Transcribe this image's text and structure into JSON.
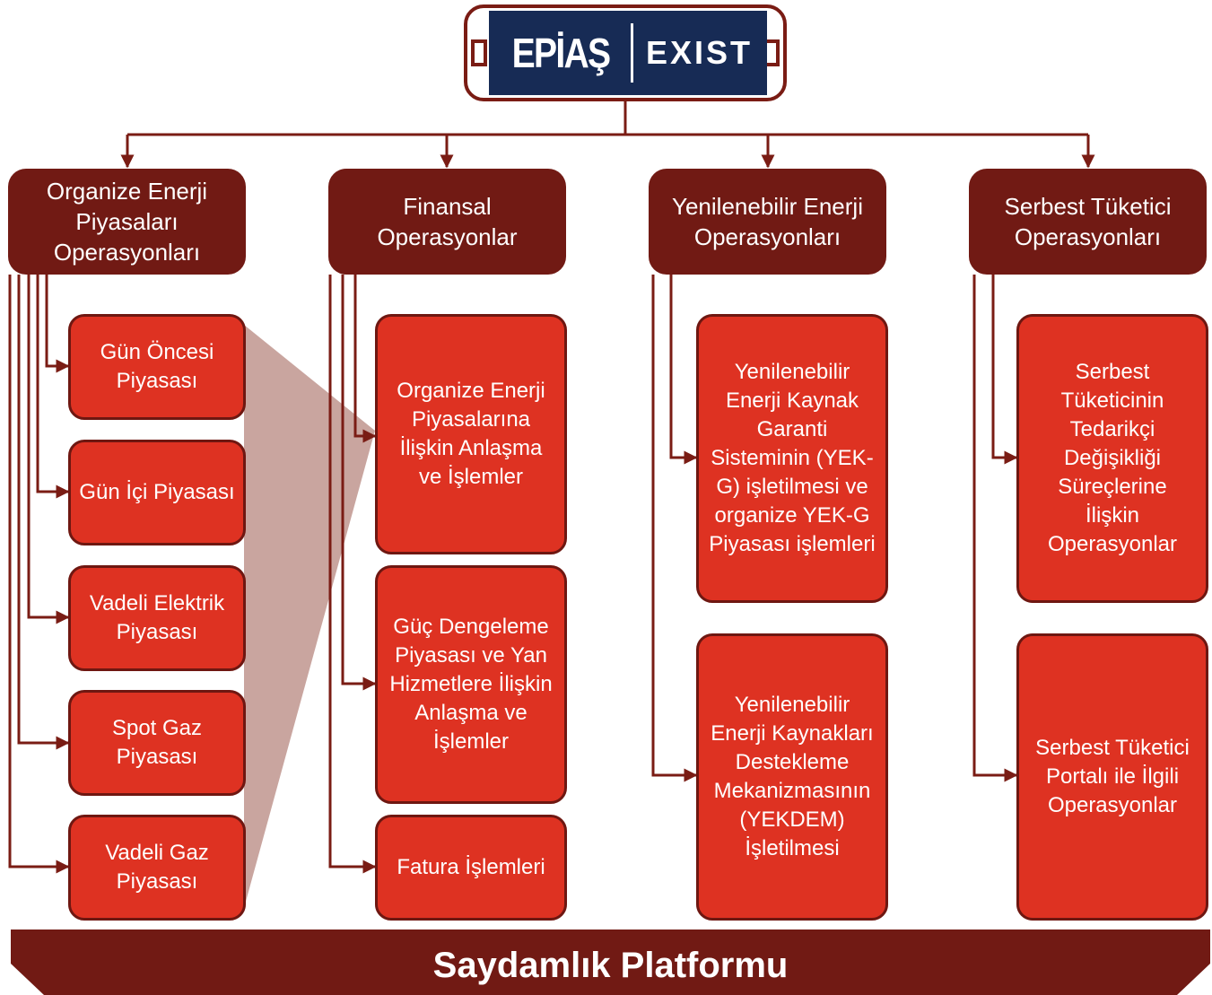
{
  "logo": {
    "main": "EPİAŞ",
    "sub": "EXIST"
  },
  "categories": [
    {
      "label": "Organize Enerji Piyasaları Operasyonları"
    },
    {
      "label": "Finansal Operasyonlar"
    },
    {
      "label": "Yenilenebilir Enerji Operasyonları"
    },
    {
      "label": "Serbest Tüketici Operasyonları"
    }
  ],
  "organize_items": [
    {
      "label": "Gün Öncesi Piyasası"
    },
    {
      "label": "Gün İçi Piyasası"
    },
    {
      "label": "Vadeli Elektrik Piyasası"
    },
    {
      "label": "Spot Gaz Piyasası"
    },
    {
      "label": "Vadeli Gaz Piyasası"
    }
  ],
  "finansal_items": [
    {
      "label": "Organize Enerji Piyasalarına İlişkin Anlaşma ve İşlemler"
    },
    {
      "label": "Güç Dengeleme Piyasası ve Yan Hizmetlere İlişkin Anlaşma ve İşlemler"
    },
    {
      "label": "Fatura İşlemleri"
    }
  ],
  "yenilenebilir_items": [
    {
      "label": "Yenilenebilir Enerji Kaynak Garanti Sisteminin (YEK-G) işletilmesi ve organize YEK-G Piyasası işlemleri"
    },
    {
      "label": "Yenilenebilir Enerji Kaynakları Destekleme Mekanizmasının (YEKDEM) İşletilmesi"
    }
  ],
  "serbest_items": [
    {
      "label": "Serbest Tüketicinin Tedarikçi Değişikliği Süreçlerine İlişkin Operasyonlar"
    },
    {
      "label": "Serbest Tüketici Portalı ile İlgili Operasyonlar"
    }
  ],
  "platform": {
    "label": "Saydamlık Platformu"
  },
  "colors": {
    "category": "#711a14",
    "item": "#de3222",
    "connector": "#7a1c14",
    "highlight": "#c9a59f",
    "logo_bg": "#172b55"
  }
}
